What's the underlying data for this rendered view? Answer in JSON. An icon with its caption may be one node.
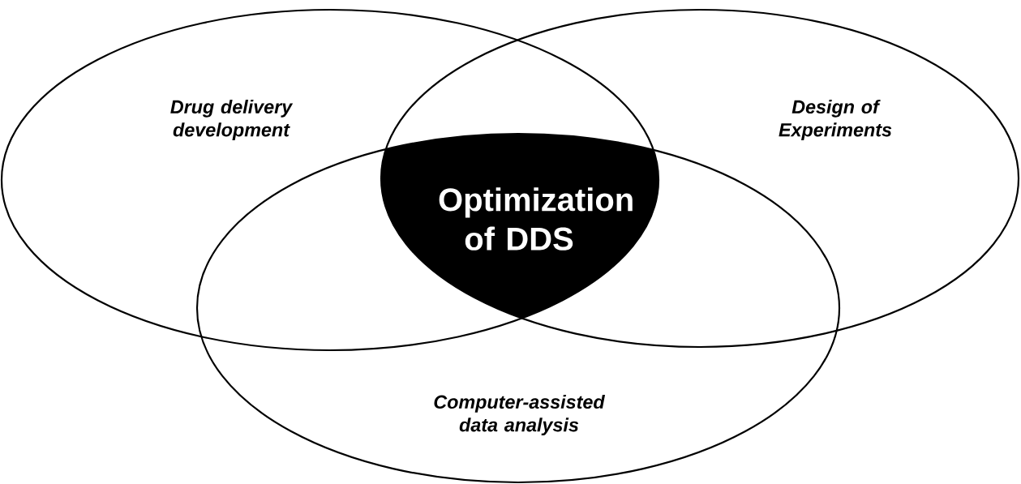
{
  "diagram": {
    "nodes": [
      {
        "text": [
          "Drug delivery development"
        ]
      },
      {
        "text": [
          "Design of Experiments"
        ]
      },
      {
        "text": [
          "Computer-assisted data analysis"
        ]
      },
      {
        "text": [
          "Optimization of DDS"
        ]
      }
    ]
  }
}
